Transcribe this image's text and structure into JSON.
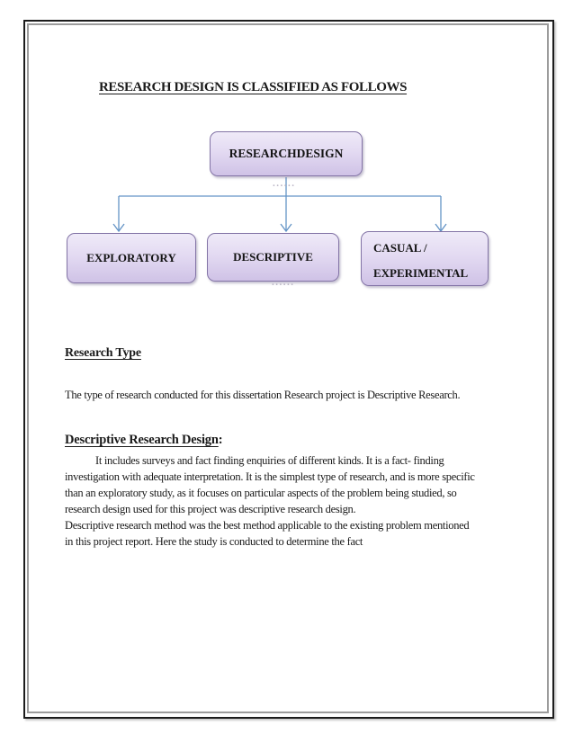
{
  "theme": {
    "frame_outer": "#1c1c1c",
    "frame_inner": "#9c9c9c",
    "box_border": "#8374a6",
    "box_top": "#efeaf8",
    "box_mid": "#e3daf2",
    "box_bottom": "#cfc2e6",
    "connector": "#6494c6",
    "text": "#1a1a1a",
    "artifact": "#b9b4c4"
  },
  "page": {
    "title": "RESEARCH DESIGN IS CLASSIFIED AS FOLLOWS"
  },
  "diagram": {
    "root": {
      "label": "RESEARCHDESIGN"
    },
    "children": [
      {
        "label": "EXPLORATORY"
      },
      {
        "label": "DESCRIPTIVE"
      },
      {
        "label_line1": "CASUAL /",
        "label_line2": "EXPERIMENTAL"
      }
    ],
    "artifact_dots": "......"
  },
  "sections": {
    "research_type": {
      "heading": "Research Type",
      "body": "The type of research conducted for this dissertation Research project is Descriptive Research."
    },
    "descriptive_design": {
      "heading": "Descriptive Research Design",
      "heading_suffix": ":",
      "lines": [
        "It includes surveys and fact finding enquiries of different kinds. It is a fact- finding",
        "investigation with adequate interpretation. It is the simplest type of research, and is more specific",
        "than an exploratory study, as it focuses on particular aspects of the problem being studied, so",
        "research design used for this project was descriptive research design.",
        "Descriptive research method was the best method applicable to the existing problem mentioned",
        "in this project report. Here the study is conducted to determine the fact"
      ]
    }
  }
}
